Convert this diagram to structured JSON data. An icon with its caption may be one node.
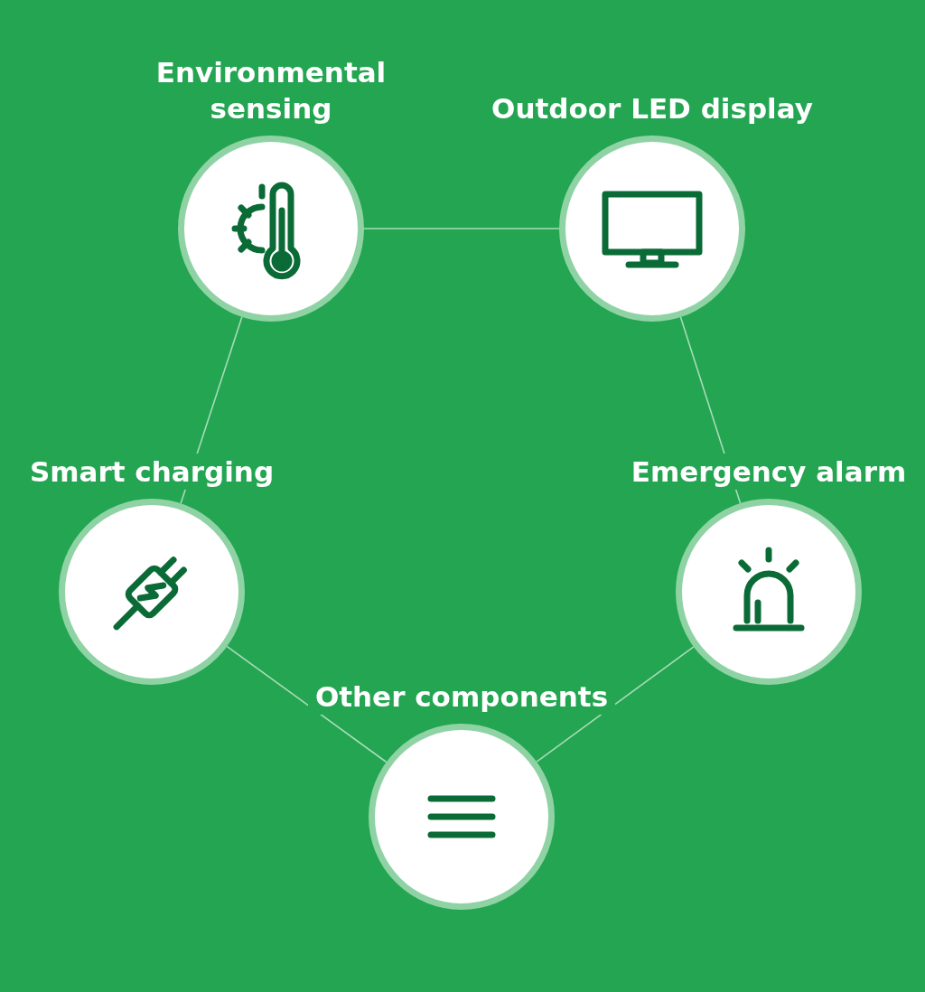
{
  "diagram": {
    "nodes": [
      {
        "text": [
          "Environmental sensing"
        ]
      },
      {
        "text": [
          "Outdoor LED display"
        ]
      },
      {
        "text": [
          "Smart charging"
        ]
      },
      {
        "text": [
          "Emergency alarm"
        ]
      },
      {
        "text": [
          "Other components"
        ]
      }
    ],
    "edges": [
      {
        "from": 0,
        "to": 1,
        "arrow": "none"
      },
      {
        "from": 1,
        "to": 3,
        "arrow": "none"
      },
      {
        "from": 3,
        "to": 4,
        "arrow": "none"
      },
      {
        "from": 4,
        "to": 2,
        "arrow": "none"
      },
      {
        "from": 2,
        "to": 0,
        "arrow": "none"
      }
    ]
  }
}
